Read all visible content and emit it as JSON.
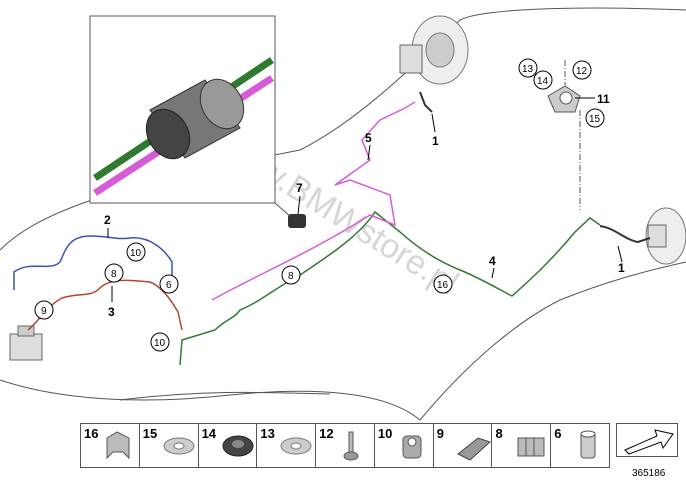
{
  "watermark": "www.BMWstore.pl",
  "doc_number": "365186",
  "callouts": {
    "c1a": "1",
    "c1b": "1",
    "c2": "2",
    "c3": "3",
    "c4": "4",
    "c5": "5",
    "c7": "7",
    "c11": "11",
    "c6": "6",
    "c8a": "8",
    "c8b": "8",
    "c9": "9",
    "c10a": "10",
    "c10b": "10",
    "c12": "12",
    "c13": "13",
    "c14": "14",
    "c15": "15",
    "c16": "16"
  },
  "parts_strip": [
    "16",
    "15",
    "14",
    "13",
    "12",
    "10",
    "9",
    "8",
    "6"
  ],
  "colors": {
    "green_line": "#2f7a2f",
    "magenta_line": "#d65bd6",
    "blue_line": "#3a55b0",
    "red_line": "#b5452f",
    "outline": "#555555"
  }
}
